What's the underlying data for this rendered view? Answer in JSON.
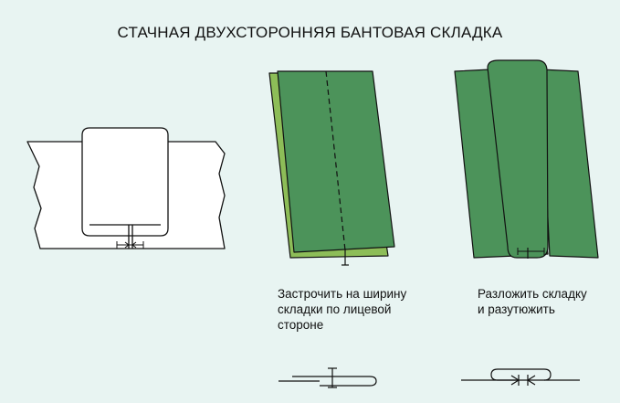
{
  "title": "СТАЧНАЯ ДВУХСТОРОННЯЯ БАНТОВАЯ СКЛАДКА",
  "steps": [
    {
      "caption": "Застрочить на ширину\nскладки по лицевой\nстороне"
    },
    {
      "caption": "Разложить складку\nи разутюжить"
    }
  ],
  "colors": {
    "background": "#e8f4f2",
    "fabric_face": "#4c935a",
    "fabric_back": "#8dbd58",
    "outline": "#111111"
  }
}
